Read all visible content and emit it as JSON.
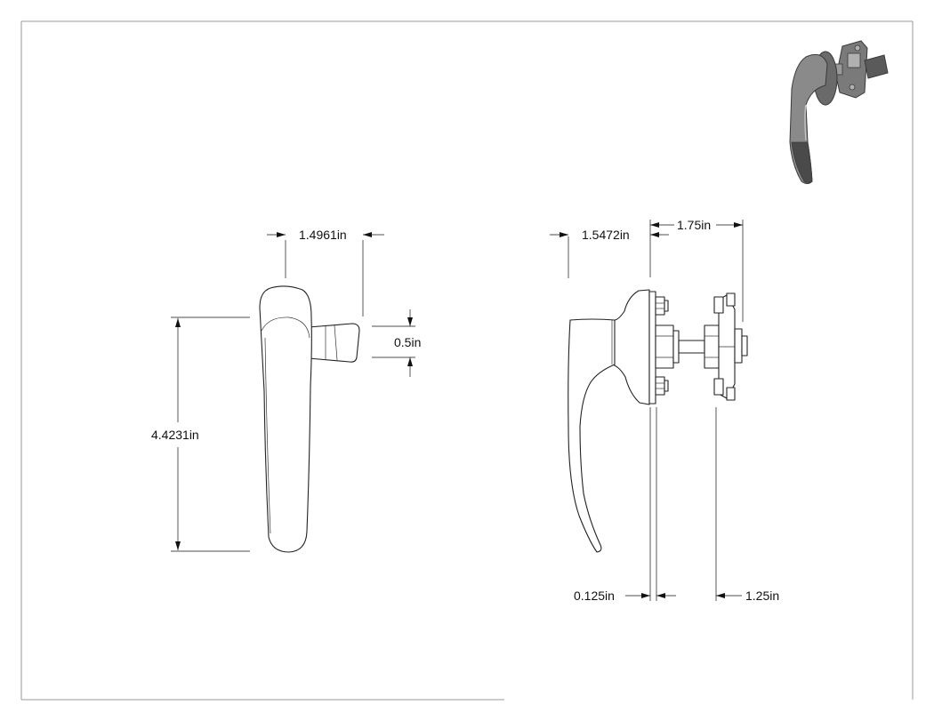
{
  "drawing": {
    "dimensions": {
      "front_width": "1.4961in",
      "front_height": "4.4231in",
      "front_cam": "0.5in",
      "side_depth": "1.5472in",
      "side_offset": "1.75in",
      "side_plate": "0.125in",
      "side_spacing": "1.25in"
    },
    "colors": {
      "line": "#222222",
      "border": "#999999",
      "shade_dark": "#3a3a3a",
      "shade_mid": "#7a7a7a",
      "shade_light": "#b0b0b0"
    }
  }
}
